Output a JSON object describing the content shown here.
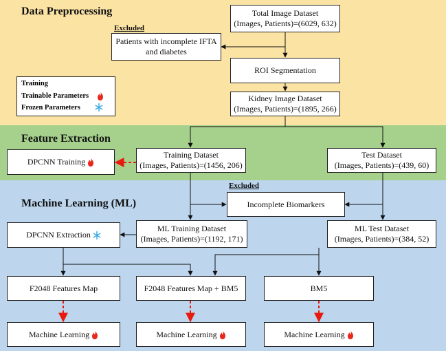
{
  "sections": {
    "preprocessing": "Data Preprocessing",
    "feature_extraction": "Feature Extraction",
    "machine_learning": "Machine Learning (ML)"
  },
  "colors": {
    "preprocessing_band": "#fbe3a4",
    "feature_band": "#a6d18c",
    "ml_band": "#bdd6ee",
    "training_arrow": "#e81a10",
    "flame": "#e8281c",
    "snowflake": "#2ea6e0",
    "line": "#111111"
  },
  "excluded_label": "Excluded",
  "boxes": {
    "total_dataset": [
      "Total Image Dataset",
      "(Images, Patients)=(6029, 632)"
    ],
    "excluded_patients": [
      "Patients with incomplete IFTA",
      "and diabetes"
    ],
    "roi_segmentation": "ROI Segmentation",
    "kidney_dataset": [
      "Kidney Image Dataset",
      "(Images, Patients)=(1895, 266)"
    ],
    "dpcnn_training": "DPCNN Training",
    "training_dataset": [
      "Training Dataset",
      "(Images, Patients)=(1456, 206)"
    ],
    "test_dataset": [
      "Test Dataset",
      "(Images, Patients)=(439, 60)"
    ],
    "incomplete_biomarkers": "Incomplete Biomarkers",
    "dpcnn_extraction": "DPCNN Extraction",
    "ml_training_dataset": [
      "ML Training Dataset",
      "(Images, Patients)=(1192, 171)"
    ],
    "ml_test_dataset": [
      "ML Test Dataset",
      "(Images, Patients)=(384, 52)"
    ],
    "f2048_map": "F2048 Features Map",
    "f2048_bm5": "F2048 Features Map + BM5",
    "bm5": "BM5",
    "machine_learning": "Machine Learning"
  },
  "legend": {
    "training": "Training",
    "trainable": "Trainable Parameters",
    "frozen": "Frozen Parameters"
  },
  "icons": {
    "trainable": "flame-icon",
    "frozen": "snowflake-icon"
  }
}
